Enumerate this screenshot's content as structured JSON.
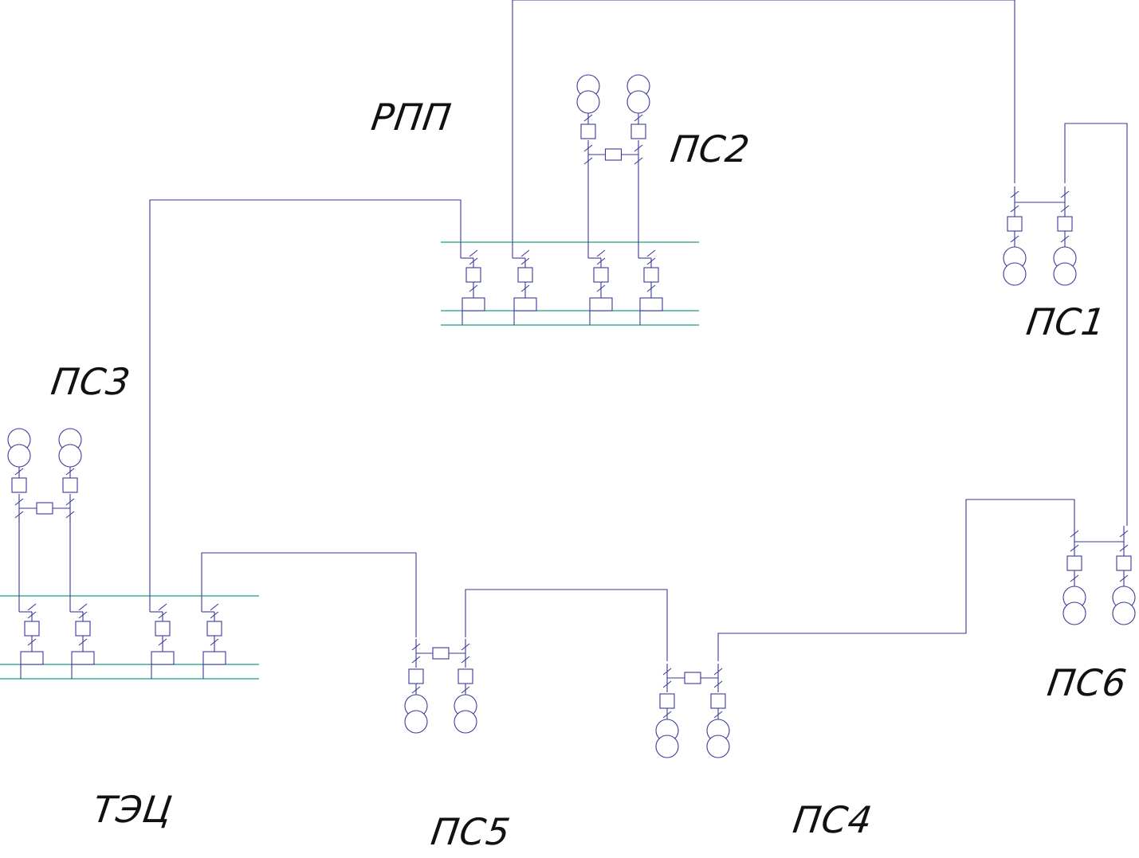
{
  "labels": {
    "rpp": "РПП",
    "ps1": "ПС1",
    "ps2": "ПС2",
    "ps3": "ПС3",
    "ps4": "ПС4",
    "ps5": "ПС5",
    "ps6": "ПС6",
    "tec": "ТЭЦ"
  },
  "colors": {
    "wire": "#3a3a9a",
    "bus": "#1a9a8a",
    "text": "#111111"
  }
}
